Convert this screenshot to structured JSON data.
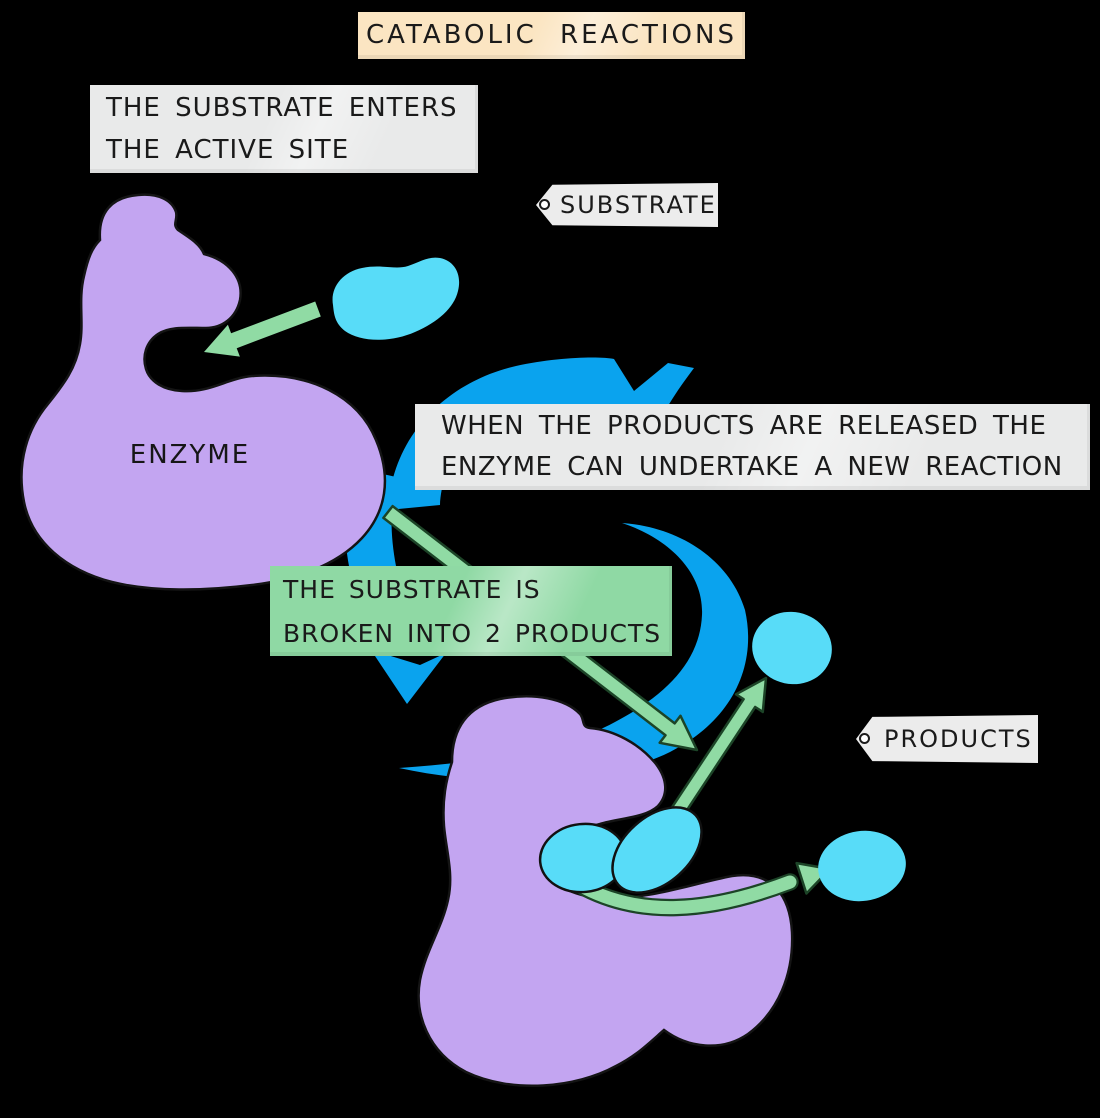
{
  "title": {
    "label": "CATABOLIC REACTIONS"
  },
  "callouts": {
    "substrate_enters": {
      "line1": "THE SUBSTRATE ENTERS",
      "line2": "THE ACTIVE SITE"
    },
    "products_released": {
      "line1": "WHEN THE PRODUCTS ARE RELEASED THE",
      "line2": "ENZYME CAN UNDERTAKE A NEW REACTION"
    },
    "substrate_broken": {
      "line1": "THE SUBSTRATE IS",
      "line2": "BROKEN INTO 2 PRODUCTS"
    }
  },
  "tags": {
    "substrate": "SUBSTRATE",
    "products": "PRODUCTS"
  },
  "diagram": {
    "enzyme_label": "ENZYME"
  },
  "colors": {
    "background": "#000000",
    "title_box": "#fbe5c2",
    "gray_box": "#e9eaea",
    "green_box": "#8fd9a4",
    "tag": "#ececec",
    "text": "#1a1a1a",
    "enzyme": "#c3a5f1",
    "substrate": "#58dcf8",
    "cycle_blue": "#0aa3ee",
    "arrow_green": "#90dba4",
    "arrow_outline": "#1c4427"
  }
}
